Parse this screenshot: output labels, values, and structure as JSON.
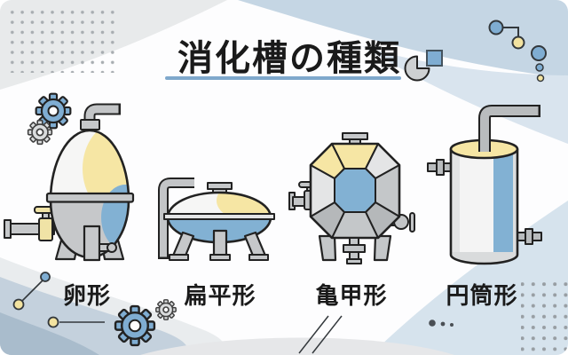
{
  "title": {
    "text": "消化槽の種類"
  },
  "tanks": [
    {
      "id": "egg",
      "label": "卵形"
    },
    {
      "id": "flat",
      "label": "扁平形"
    },
    {
      "id": "hexagonal",
      "label": "亀甲形"
    },
    {
      "id": "cylindrical",
      "label": "円筒形"
    }
  ],
  "colors": {
    "accent_blue": "#7fadd2",
    "tank_blue": "#82b1d3",
    "accent_yellow": "#f6e6a4",
    "tank_gray": "#c6c8ca",
    "outline": "#222222",
    "underline_blue": "#7fa8cc",
    "bg_gray_panel": "#e8eaeb",
    "bg_blue_dark": "#c5d6e4",
    "bg_blue_light": "#d9e4ee",
    "bg_corner_blue": "#aabdcd"
  },
  "decorations": {
    "icons": [
      "gear-icon",
      "pie-chart-icon",
      "square-icon",
      "molecule-icon",
      "dot-grid",
      "diagonal-lines"
    ]
  }
}
